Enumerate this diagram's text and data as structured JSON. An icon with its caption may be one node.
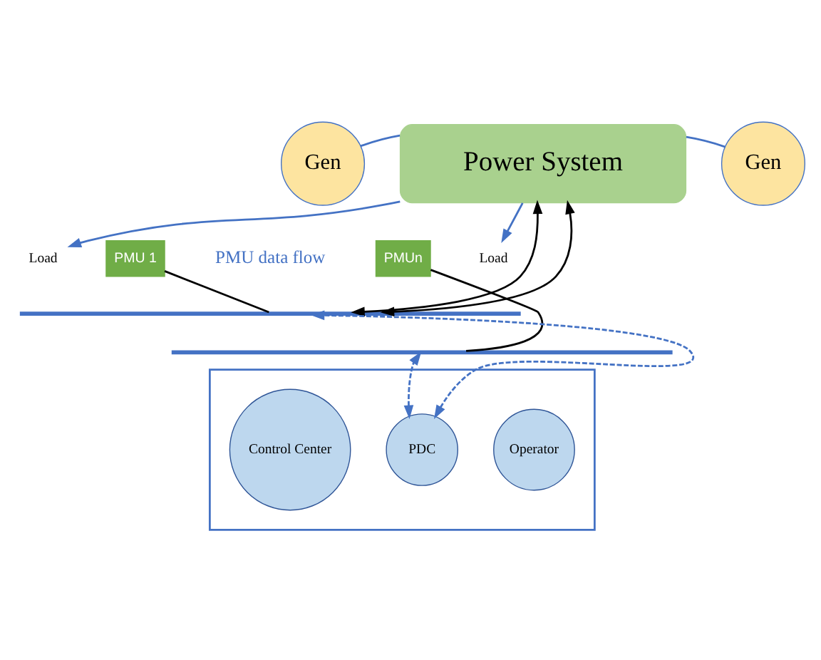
{
  "diagram": {
    "nodes": [
      {
        "text": [
          "Gen"
        ]
      },
      {
        "text": [
          "Gen"
        ]
      },
      {
        "text": [
          "Power System"
        ]
      },
      {
        "text": [
          "Load"
        ]
      },
      {
        "text": [
          "Load"
        ]
      },
      {
        "text": [
          "PMU 1"
        ]
      },
      {
        "text": [
          "PMUn"
        ]
      },
      {
        "text": [],
        "shape": "bar"
      },
      {
        "text": [],
        "shape": "bar"
      },
      {
        "text": [],
        "shape": "box"
      },
      {
        "text": [
          "Operator"
        ],
        "in": 9
      },
      {
        "text": [
          "PDC"
        ],
        "in": 9
      },
      {
        "text": [
          "Control Center"
        ],
        "in": 9
      }
    ],
    "edges": [
      {
        "from": 0,
        "to": 2,
        "arrow": "none"
      },
      {
        "from": 1,
        "to": 2,
        "arrow": "none"
      },
      {
        "from": 2,
        "to": 3,
        "arrow": "to"
      },
      {
        "from": 2,
        "to": 4,
        "arrow": "to"
      },
      {
        "from": 2,
        "to": 7,
        "arrow": "both",
        "color": "#000000"
      },
      {
        "from": 2,
        "to": 7,
        "arrow": "both",
        "color": "#000000"
      },
      {
        "from": 5,
        "to": 7,
        "arrow": "none",
        "color": "#000000"
      },
      {
        "from": 6,
        "to": 8,
        "arrow": "none",
        "color": "#000000"
      },
      {
        "from": 11,
        "to": 8,
        "arrow": "both",
        "style": "dashed"
      },
      {
        "from": 11,
        "to": 7,
        "arrow": "both",
        "style": "dashed"
      }
    ],
    "labels": [
      "PMU data flow"
    ]
  }
}
